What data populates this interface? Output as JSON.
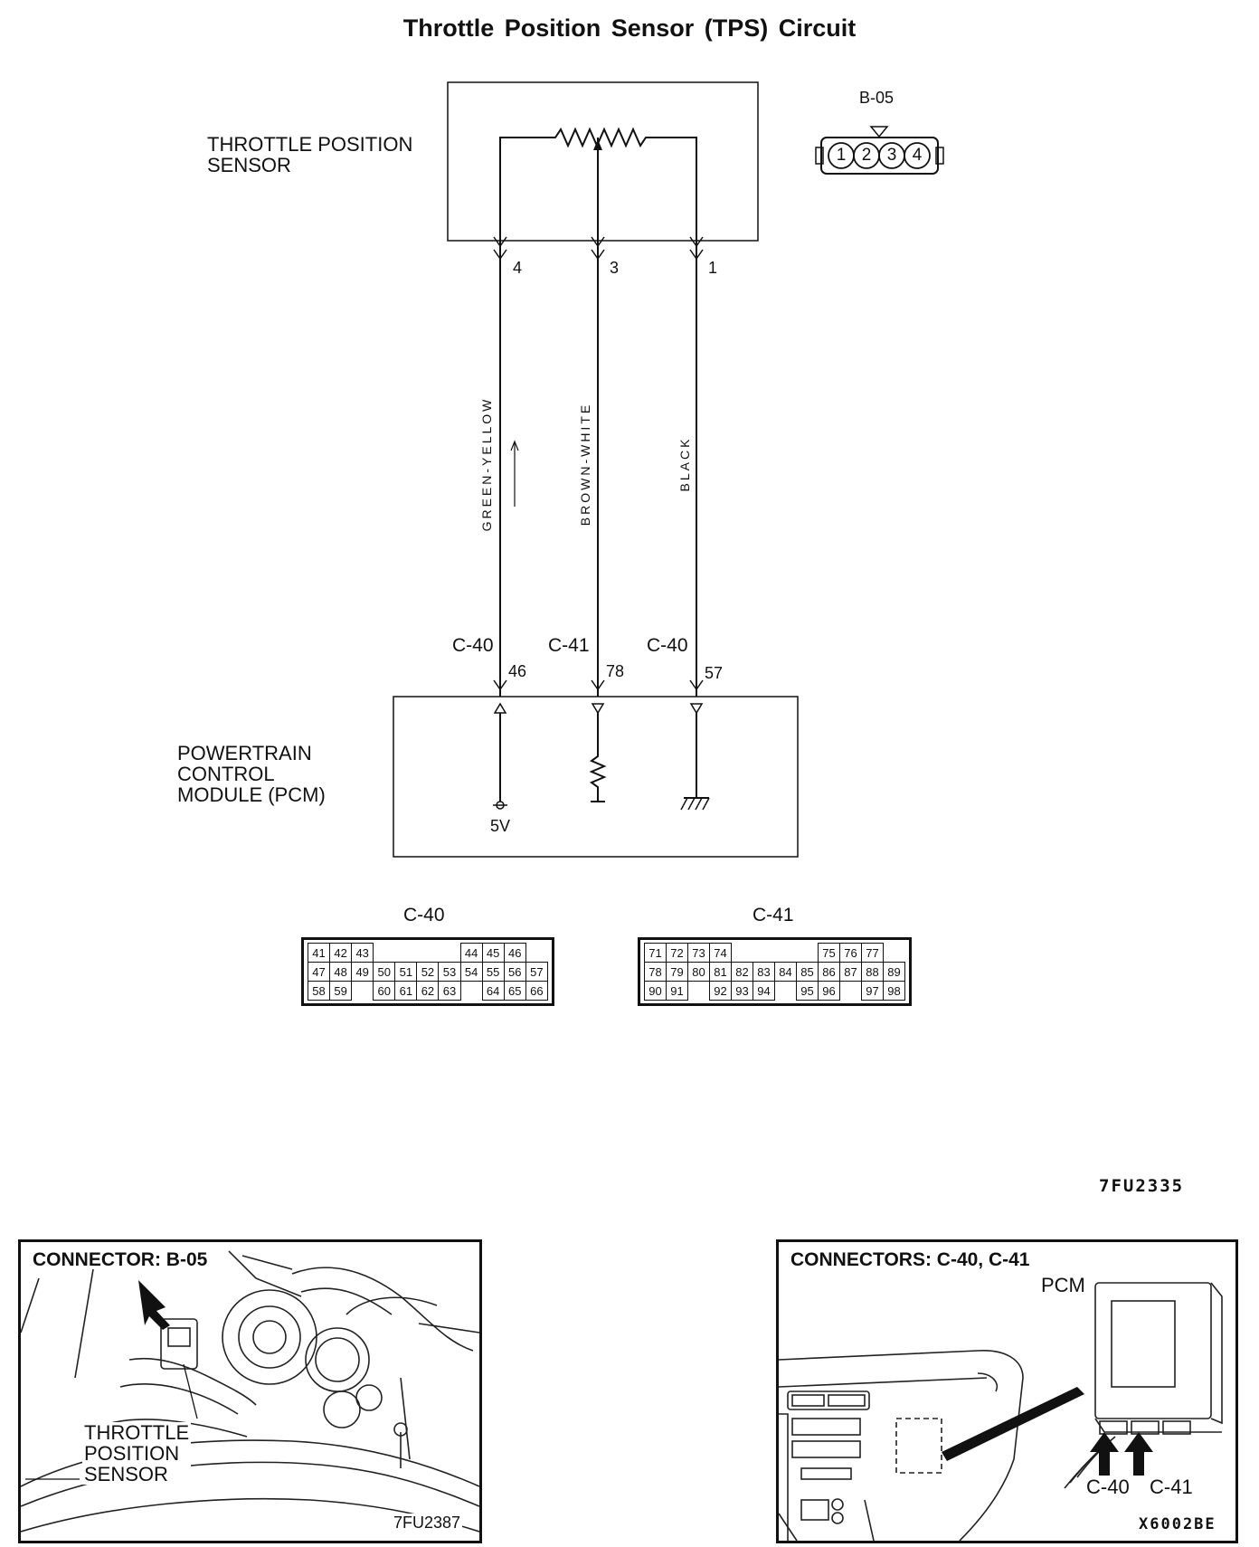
{
  "title": "Throttle Position Sensor (TPS) Circuit",
  "sensor": {
    "label_lines": [
      "THROTTLE POSITION",
      "SENSOR"
    ],
    "connector_id": "B-05",
    "connector_pins": [
      "1",
      "2",
      "3",
      "4"
    ]
  },
  "wires": [
    {
      "sensor_pin": "4",
      "color": "GREEN-YELLOW",
      "pcm_connector": "C-40",
      "pcm_pin": "46",
      "pcm_side": "5V"
    },
    {
      "sensor_pin": "3",
      "color": "BROWN-WHITE",
      "pcm_connector": "C-41",
      "pcm_pin": "78",
      "pcm_side": "resistor"
    },
    {
      "sensor_pin": "1",
      "color": "BLACK",
      "pcm_connector": "C-40",
      "pcm_pin": "57",
      "pcm_side": "ground"
    }
  ],
  "pcm": {
    "label_lines": [
      "POWERTRAIN",
      "CONTROL",
      "MODULE (PCM)"
    ],
    "supply": "5V"
  },
  "connectors": {
    "c40": {
      "name": "C-40",
      "rows": [
        [
          "41",
          "42",
          "43",
          "",
          "",
          "",
          "",
          "44",
          "45",
          "46"
        ],
        [
          "47",
          "48",
          "49",
          "50",
          "51",
          "52",
          "53",
          "54",
          "55",
          "56",
          "57"
        ],
        [
          "58",
          "59",
          "",
          "60",
          "61",
          "62",
          "63",
          "",
          "64",
          "65",
          "66"
        ]
      ]
    },
    "c41": {
      "name": "C-41",
      "rows": [
        [
          "71",
          "72",
          "73",
          "74",
          "",
          "",
          "",
          "",
          "75",
          "76",
          "77"
        ],
        [
          "78",
          "79",
          "80",
          "81",
          "82",
          "83",
          "84",
          "85",
          "86",
          "87",
          "88",
          "89"
        ],
        [
          "90",
          "91",
          "",
          "92",
          "93",
          "94",
          "",
          "95",
          "96",
          "",
          "97",
          "98"
        ]
      ]
    }
  },
  "figure_code_main": "7FU2335",
  "panel_left": {
    "title": "CONNECTOR: B-05",
    "callout_lines": [
      "THROTTLE",
      "POSITION",
      "SENSOR"
    ],
    "figure_code": "7FU2387"
  },
  "panel_right": {
    "title": "CONNECTORS: C-40, C-41",
    "pcm_label": "PCM",
    "arrow_labels": [
      "C-40",
      "C-41"
    ],
    "figure_code": "X6002BE"
  }
}
